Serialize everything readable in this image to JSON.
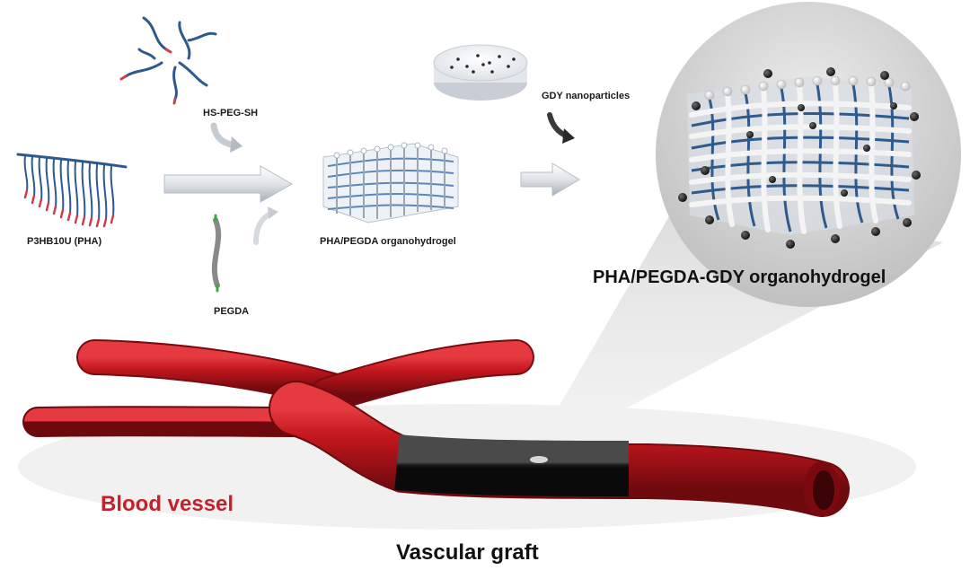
{
  "labels": {
    "hs_peg_sh": "HS-PEG-SH",
    "p3hb10u": "P3HB10U (PHA)",
    "pha_pegda": "PHA/PEGDA organohydrogel",
    "pegda": "PEGDA",
    "gdy_nanoparticles": "GDY nanoparticles",
    "pha_pegda_gdy": "PHA/PEGDA-GDY organohydrogel",
    "blood_vessel": "Blood vessel",
    "vascular_graft": "Vascular graft"
  },
  "colors": {
    "vessel_red": "#c3161d",
    "graft_black": "#1c1c1c",
    "label_red": "#c8202a",
    "strand_blue": "#2e5a8c",
    "fiber_white": "#f2f2f2",
    "gdy_particle": "#1b1b1b",
    "zoom_gray": "#cfcfcf"
  }
}
